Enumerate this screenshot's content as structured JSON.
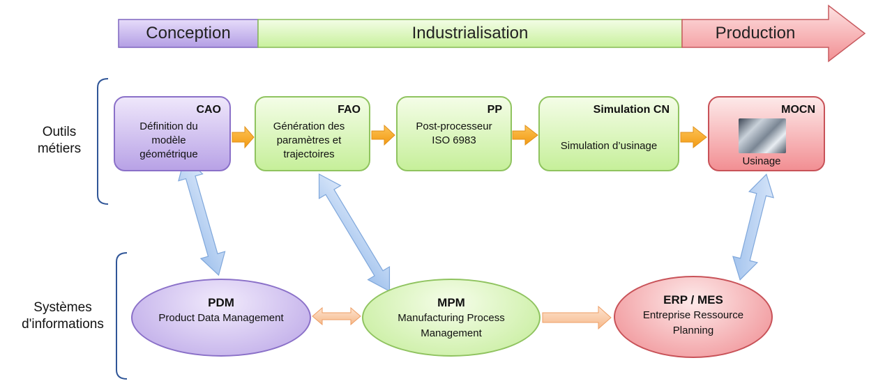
{
  "phases": {
    "conception": "Conception",
    "industrialisation": "Industrialisation",
    "production": "Production"
  },
  "side_labels": {
    "tools": [
      "Outils",
      "métiers"
    ],
    "systems": [
      "Systèmes",
      "d'informations"
    ]
  },
  "tools": [
    {
      "title": "CAO",
      "lines": [
        "Définition du",
        "modèle",
        "géométrique"
      ]
    },
    {
      "title": "FAO",
      "lines": [
        "Génération des",
        "paramètres et",
        "trajectoires"
      ]
    },
    {
      "title": "PP",
      "lines": [
        "Post-processeur",
        "ISO 6983"
      ]
    },
    {
      "title": "Simulation CN",
      "lines": [
        "Simulation d’usinage"
      ]
    },
    {
      "title": "MOCN",
      "lines": [
        "Usinage"
      ]
    }
  ],
  "systems": [
    {
      "title": "PDM",
      "lines": [
        "Product Data Management"
      ]
    },
    {
      "title": "MPM",
      "lines": [
        "Manufacturing Process",
        "Management"
      ]
    },
    {
      "title": "ERP / MES",
      "lines": [
        "Entreprise Ressource",
        "Planning"
      ]
    }
  ],
  "colors": {
    "purple": "#b8a2e6",
    "green": "#c6ef9a",
    "red": "#f28f93",
    "orange_arrow": "#f7a21b",
    "blue_arrow": "#a9c8ee",
    "peach_arrow": "#f9c9a3",
    "bracket": "#2f5597"
  },
  "icons": {
    "machine": "machine-tool-photo"
  }
}
